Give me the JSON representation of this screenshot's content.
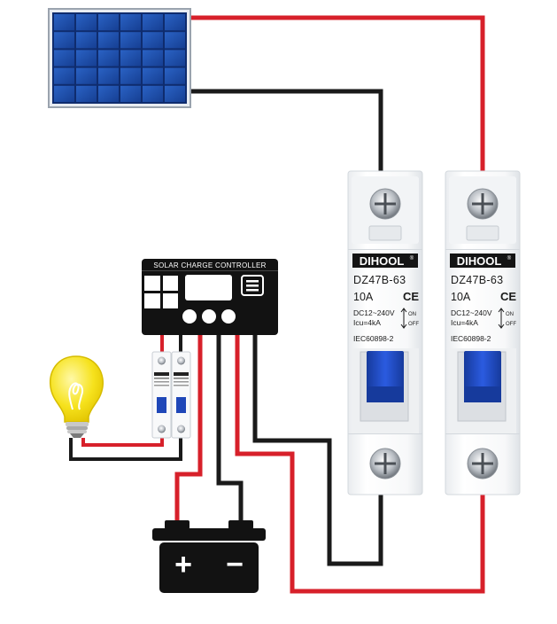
{
  "controller": {
    "label": "SOLAR CHARGE CONTROLLER"
  },
  "breaker": {
    "brand": "DIHOOL",
    "registered": "®",
    "model": "DZ47B-63",
    "rating": "10A",
    "ce_mark": "CE",
    "voltage": "DC12~240V",
    "breaking_capacity": "Icu=4kA",
    "on_label": "ON",
    "off_label": "OFF",
    "standard": "IEC60898-2"
  },
  "battery": {
    "plus": "+",
    "minus": "−"
  },
  "colors": {
    "positive_wire": "#d7202a",
    "negative_wire": "#1a1a1a",
    "panel_blue": "#1f4ea8",
    "breaker_handle": "#1f47b8",
    "bulb_yellow": "#f6e21d"
  }
}
